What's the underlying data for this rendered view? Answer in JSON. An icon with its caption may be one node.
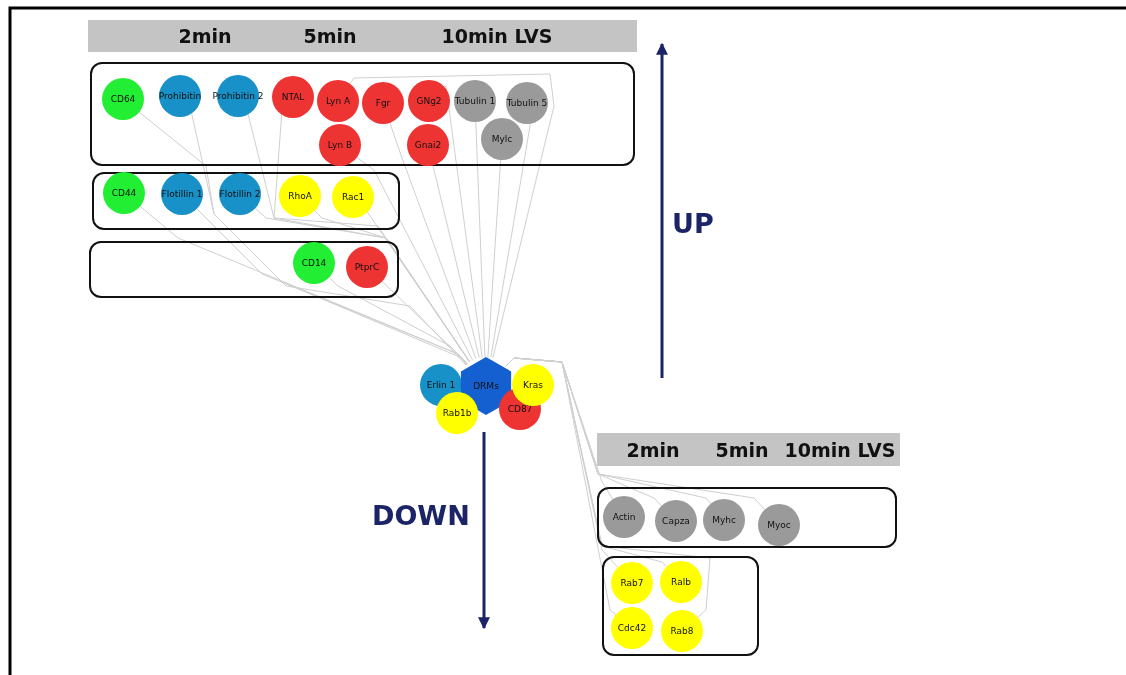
{
  "diagram": {
    "nodes": [
      {
        "text": [
          "2min",
          "5min",
          "10min LVS"
        ]
      },
      {
        "text": [],
        "shape": "box"
      },
      {
        "text": [
          "CD64"
        ],
        "in": 1
      },
      {
        "text": [
          "Prohibitin"
        ],
        "in": 1
      },
      {
        "text": [
          "Prohibitin 2"
        ],
        "in": 1
      },
      {
        "text": [
          "NTAL"
        ],
        "in": 1
      },
      {
        "text": [
          "Lyn A"
        ],
        "in": 1
      },
      {
        "text": [
          "Fgr"
        ],
        "in": 1
      },
      {
        "text": [
          "GNg2"
        ],
        "in": 1
      },
      {
        "text": [
          "Tubulin 1"
        ],
        "in": 1
      },
      {
        "text": [
          "Tubulin 5"
        ],
        "in": 1
      },
      {
        "text": [
          "Lyn B"
        ],
        "in": 1
      },
      {
        "text": [
          "Gnai2"
        ],
        "in": 1
      },
      {
        "text": [
          "Mylc"
        ],
        "in": 1
      },
      {
        "text": [],
        "shape": "box"
      },
      {
        "text": [
          "CD44"
        ],
        "in": 14
      },
      {
        "text": [
          "Flotillin 1"
        ],
        "in": 14
      },
      {
        "text": [
          "Flotillin 2"
        ],
        "in": 14
      },
      {
        "text": [
          "RhoA"
        ],
        "in": 14
      },
      {
        "text": [
          "Rac1"
        ],
        "in": 14
      },
      {
        "text": [],
        "shape": "box"
      },
      {
        "text": [
          "CD14"
        ],
        "in": 20
      },
      {
        "text": [
          "PtprC"
        ],
        "in": 20
      },
      {
        "text": [
          "Erlin 1"
        ]
      },
      {
        "text": [
          "DRMs"
        ]
      },
      {
        "text": [
          "Kras"
        ]
      },
      {
        "text": [
          "Rab1b"
        ]
      },
      {
        "text": [
          "CD87"
        ]
      },
      {
        "text": [
          "2min",
          "5min",
          "10min LVS"
        ]
      },
      {
        "text": [],
        "shape": "box"
      },
      {
        "text": [
          "Actin"
        ],
        "in": 29
      },
      {
        "text": [
          "Capza"
        ],
        "in": 29
      },
      {
        "text": [
          "Myhc"
        ],
        "in": 29
      },
      {
        "text": [
          "Myoc"
        ],
        "in": 29
      },
      {
        "text": [],
        "shape": "box"
      },
      {
        "text": [
          "Rab7"
        ],
        "in": 34
      },
      {
        "text": [
          "Ralb"
        ],
        "in": 34
      },
      {
        "text": [
          "Cdc42"
        ],
        "in": 34
      },
      {
        "text": [
          "Rab8"
        ],
        "in": 34
      }
    ],
    "edges": [
      {
        "from": 24,
        "to": 2,
        "arrow": "none"
      },
      {
        "from": 24,
        "to": 3,
        "arrow": "none"
      },
      {
        "from": 24,
        "to": 4,
        "arrow": "none"
      },
      {
        "from": 24,
        "to": 5,
        "arrow": "none"
      },
      {
        "from": 24,
        "to": 6,
        "arrow": "none"
      },
      {
        "from": 24,
        "to": 7,
        "arrow": "none"
      },
      {
        "from": 24,
        "to": 8,
        "arrow": "none"
      },
      {
        "from": 24,
        "to": 9,
        "arrow": "none"
      },
      {
        "from": 24,
        "to": 10,
        "arrow": "none"
      },
      {
        "from": 24,
        "to": 11,
        "arrow": "none"
      },
      {
        "from": 24,
        "to": 12,
        "arrow": "none"
      },
      {
        "from": 24,
        "to": 13,
        "arrow": "none"
      },
      {
        "from": 24,
        "to": 15,
        "arrow": "none"
      },
      {
        "from": 24,
        "to": 16,
        "arrow": "none"
      },
      {
        "from": 24,
        "to": 17,
        "arrow": "none"
      },
      {
        "from": 24,
        "to": 18,
        "arrow": "none"
      },
      {
        "from": 24,
        "to": 19,
        "arrow": "none"
      },
      {
        "from": 24,
        "to": 21,
        "arrow": "none"
      },
      {
        "from": 24,
        "to": 22,
        "arrow": "none"
      },
      {
        "from": 24,
        "to": 30,
        "arrow": "none"
      },
      {
        "from": 24,
        "to": 31,
        "arrow": "none"
      },
      {
        "from": 24,
        "to": 32,
        "arrow": "none"
      },
      {
        "from": 24,
        "to": 33,
        "arrow": "none"
      },
      {
        "from": 24,
        "to": 35,
        "arrow": "none"
      },
      {
        "from": 24,
        "to": 36,
        "arrow": "none"
      },
      {
        "from": 24,
        "to": 37,
        "arrow": "none"
      },
      {
        "from": 24,
        "to": 38,
        "arrow": "none"
      }
    ],
    "labels": [
      "UP",
      "DOWN"
    ]
  }
}
